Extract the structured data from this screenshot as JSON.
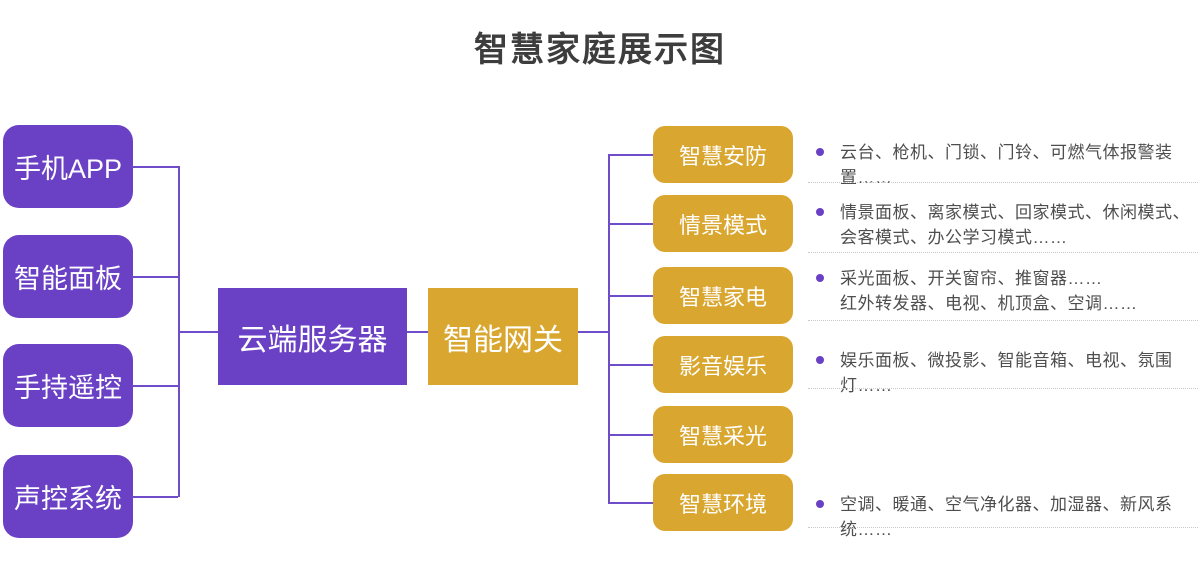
{
  "title": "智慧家庭展示图",
  "colors": {
    "purple": "#6a41c4",
    "gold": "#d9a62f",
    "connector_line": "#6f4cc9",
    "bullet": "#6a41c4",
    "title_text": "#3d3d3d",
    "body_text": "#4e4e4e",
    "divider": "#c9c9c9"
  },
  "inputs": [
    {
      "label": "手机APP"
    },
    {
      "label": "智能面板"
    },
    {
      "label": "手持遥控"
    },
    {
      "label": "声控系统"
    }
  ],
  "hub": {
    "cloud": "云端服务器",
    "gateway": "智能网关"
  },
  "categories": [
    {
      "label": "智慧安防",
      "devices": [
        "云台、枪机、门锁、门铃、可燃气体报警装置……"
      ]
    },
    {
      "label": "情景模式",
      "devices": [
        "情景面板、离家模式、回家模式、休闲模式、会客模式、办公学习模式……"
      ]
    },
    {
      "label": "智慧家电",
      "devices": [
        "采光面板、开关窗帘、推窗器……",
        "红外转发器、电视、机顶盒、空调……"
      ]
    },
    {
      "label": "影音娱乐",
      "devices": [
        "娱乐面板、微投影、智能音箱、电视、氛围灯……"
      ]
    },
    {
      "label": "智慧采光",
      "devices": []
    },
    {
      "label": "智慧环境",
      "devices": [
        "空调、暖通、空气净化器、加湿器、新风系统……"
      ]
    }
  ]
}
